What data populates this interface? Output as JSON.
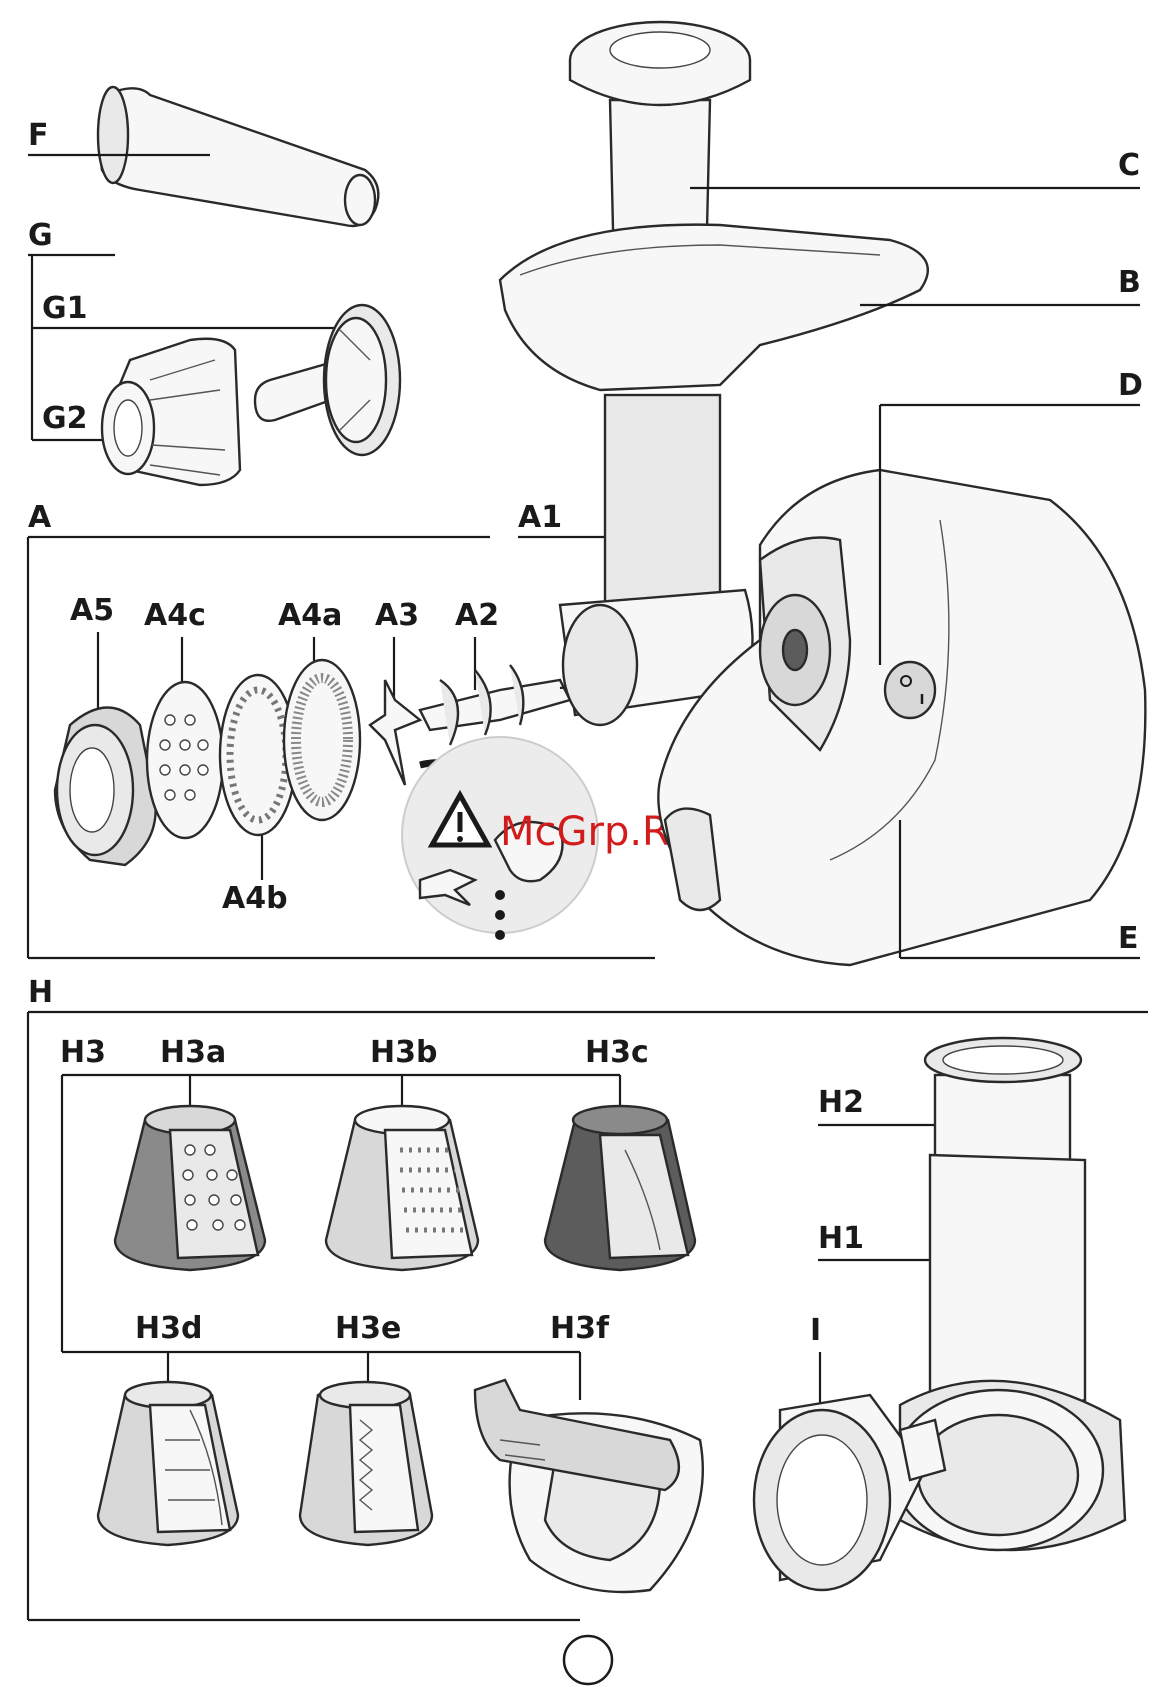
{
  "labels": {
    "F": "F",
    "G": "G",
    "G1": "G1",
    "G2": "G2",
    "A": "A",
    "A1": "A1",
    "A2": "A2",
    "A3": "A3",
    "A4a": "A4a",
    "A4b": "A4b",
    "A4c": "A4c",
    "A5": "A5",
    "B": "B",
    "C": "C",
    "D": "D",
    "E": "E",
    "H": "H",
    "H1": "H1",
    "H2": "H2",
    "H3": "H3",
    "H3a": "H3a",
    "H3b": "H3b",
    "H3c": "H3c",
    "H3d": "H3d",
    "H3e": "H3e",
    "H3f": "H3f",
    "I": "I"
  },
  "watermark": "McGrp.Ru",
  "icons": {
    "warning": "warning-triangle-icon",
    "switch": "on-off-switch-icon"
  },
  "colors": {
    "watermark": "#d21c1c",
    "line": "#1a1a1a"
  }
}
